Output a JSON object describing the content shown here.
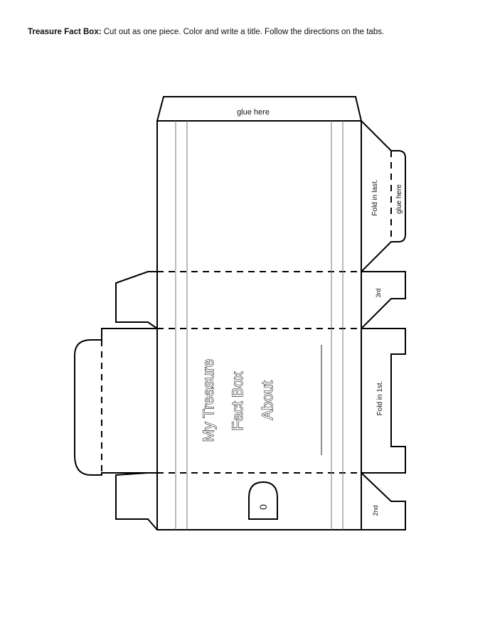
{
  "header": {
    "title": "Treasure Fact Box:",
    "instructions": "Cut out as one piece. Color and write a title. Follow the directions on the tabs."
  },
  "box": {
    "glue_top": "glue here",
    "glue_side": "glue here",
    "tab_last": "Fold in last.",
    "tab_third": "3rd",
    "tab_first": "Fold in 1st.",
    "tab_second": "2nd",
    "cover_line1": "My Treasure",
    "cover_line2": "Fact Box",
    "cover_line3": "About",
    "lock_letter": "0"
  }
}
